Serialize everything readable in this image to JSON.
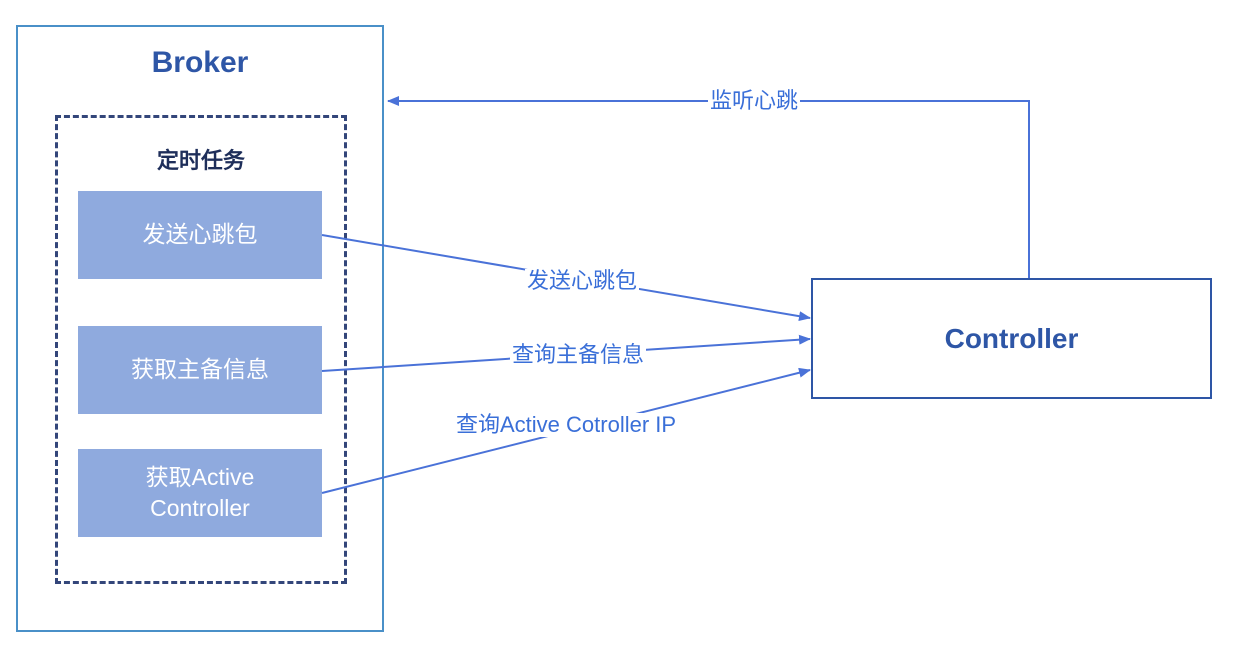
{
  "broker": {
    "title": "Broker",
    "group_title": "定时任务",
    "tasks": [
      {
        "label": "发送心跳包"
      },
      {
        "label": "获取主备信息"
      },
      {
        "label": "获取Active\nController"
      }
    ]
  },
  "controller": {
    "title": "Controller"
  },
  "edges": {
    "listen_heartbeat": "监听心跳",
    "send_heartbeat": "发送心跳包",
    "query_master_slave": "查询主备信息",
    "query_active_controller": "查询Active Cotroller IP"
  },
  "colors": {
    "broker_border": "#4a90c8",
    "task_fill": "#8faade",
    "dashed_border": "#33467a",
    "arrow": "#4a72d8",
    "title_text": "#2e56a6"
  }
}
